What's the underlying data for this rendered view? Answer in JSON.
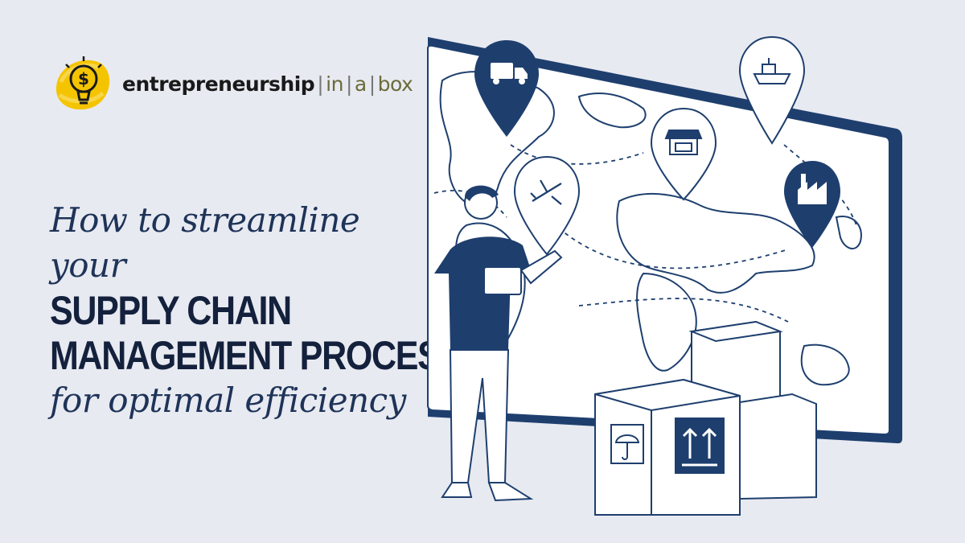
{
  "brand": {
    "name_main": "entrepreneurship",
    "name_in": "in",
    "name_a": "a",
    "name_box": "box",
    "logo_color": "#f5c400"
  },
  "headline": {
    "line1": "How to streamline your",
    "line2": "SUPPLY CHAIN",
    "line3": "MANAGEMENT PROCESS",
    "line4": "for optimal efficiency"
  },
  "colors": {
    "background": "#e8eaf1",
    "navy": "#1e3f6e",
    "dark_text": "#14213d"
  },
  "illustration": {
    "pins": [
      "truck-icon",
      "ship-icon",
      "store-icon",
      "plane-icon",
      "factory-icon"
    ],
    "box_icons": [
      "umbrella-icon",
      "this-side-up-icon"
    ]
  }
}
